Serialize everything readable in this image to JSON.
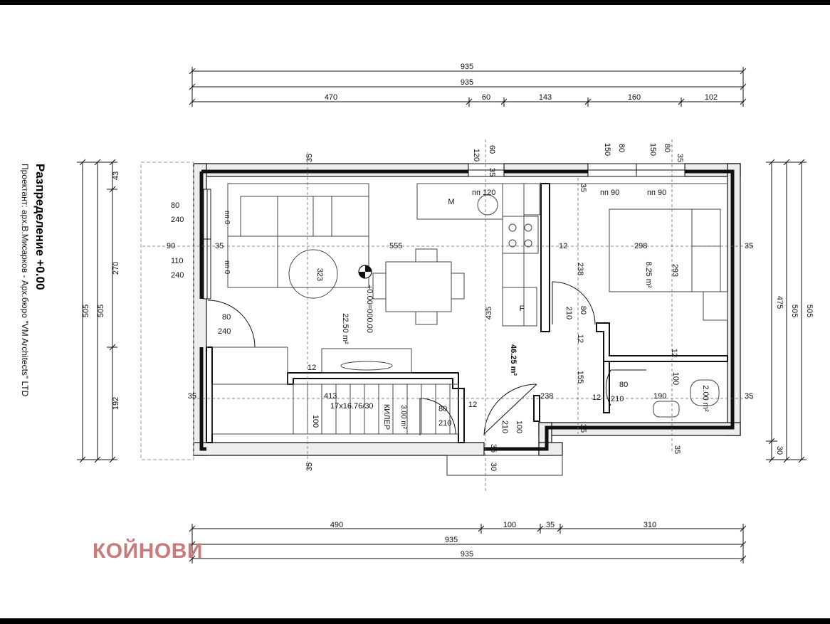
{
  "title": "Разпределение +0.00",
  "designer": "Проектант: арх.В.Мисарков - Арх.бюро \"VM Architects\" LTD",
  "watermark": "КОЙНОВИ",
  "colors": {
    "wall": "#1a1a1a",
    "watermark": "#c97b7b",
    "bar": "#000000"
  },
  "dims_top": {
    "overall_1": "935",
    "overall_2": "935",
    "segments": [
      "470",
      "60",
      "143",
      "160",
      "102"
    ]
  },
  "dims_bottom": {
    "segments": [
      "490",
      "100",
      "35",
      "310"
    ],
    "overall_1": "935",
    "overall_2": "935"
  },
  "dims_left": {
    "outer": "505",
    "inner": "505",
    "segments": [
      "43",
      "270",
      "192"
    ]
  },
  "dims_right": {
    "outer": "505",
    "inner": "505",
    "segments": [
      "475",
      "30"
    ]
  },
  "rooms": {
    "living": {
      "area": "22.50 m²",
      "circle": "323",
      "level": "+0.00=000.00"
    },
    "hall": {
      "area": "46.25 m²"
    },
    "bedroom": {
      "area": "8.25 m²",
      "w": "298",
      "h": "293"
    },
    "bath": {
      "area": "2.00 m²"
    },
    "storage": {
      "name": "КИЛЕР",
      "area": "3.00 m²"
    },
    "stairs": {
      "spec": "17x16.76/30",
      "length": "413"
    }
  },
  "openings": {
    "win_left_1": {
      "w": "80",
      "h": "240",
      "sill": "пп 0"
    },
    "win_left_2": {
      "w": "110",
      "h": "240",
      "sill": "пп 0"
    },
    "door_entry": {
      "w": "80",
      "h": "240"
    },
    "win_kitchen": {
      "w": "60",
      "h": "120",
      "sill": "пп 120"
    },
    "win_bed_1": {
      "w": "150",
      "h": "80",
      "sill": "пп 90"
    },
    "win_bed_2": {
      "w": "150",
      "h": "80",
      "sill": "пп 90"
    },
    "door_bed": {
      "w": "80",
      "h": "210"
    },
    "door_bath": {
      "w": "80",
      "h": "210"
    },
    "door_storage": {
      "w": "80",
      "h": "210"
    }
  },
  "labels": {
    "m35_top": "35",
    "m35_left": "35",
    "m90": "90",
    "m555": "555",
    "m12a": "12",
    "m238": "238",
    "m435": "435",
    "m210": "210",
    "m100": "100",
    "m238b": "238",
    "m155": "155",
    "m190": "190",
    "m100b": "100",
    "m30": "30",
    "m12b": "12",
    "m12c": "12",
    "fridge": "F",
    "wm": "M",
    "m60": "60",
    "m120": "120",
    "m150": "150",
    "m80": "80"
  }
}
